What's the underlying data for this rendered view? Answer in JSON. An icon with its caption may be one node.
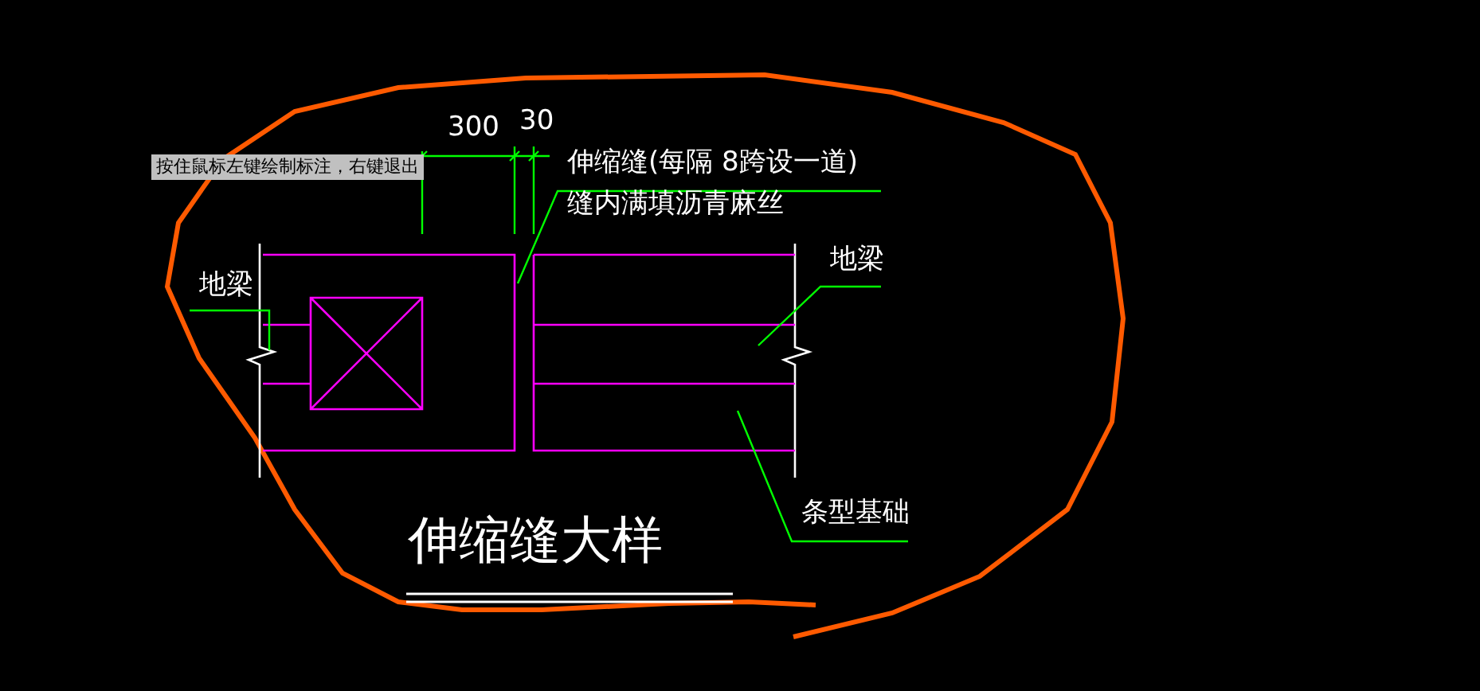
{
  "diagram": {
    "title": "伸缩缝大样",
    "nodes": [
      {
        "text": [
          "伸缩缝(每隔 8跨设一道)",
          "缝内满填沥青麻丝"
        ]
      },
      {
        "text": [
          "地梁"
        ]
      },
      {
        "text": [
          "地梁"
        ]
      },
      {
        "text": [
          "条型基础"
        ]
      }
    ],
    "edges": [
      {
        "from": 0,
        "to": null,
        "arrow": "none"
      },
      {
        "from": 1,
        "to": null,
        "arrow": "none"
      },
      {
        "from": 2,
        "to": null,
        "arrow": "none"
      },
      {
        "from": 3,
        "to": null,
        "arrow": "none"
      }
    ],
    "labels": [
      "300",
      "30",
      "按住鼠标左键绘制标注，右键退出"
    ]
  }
}
